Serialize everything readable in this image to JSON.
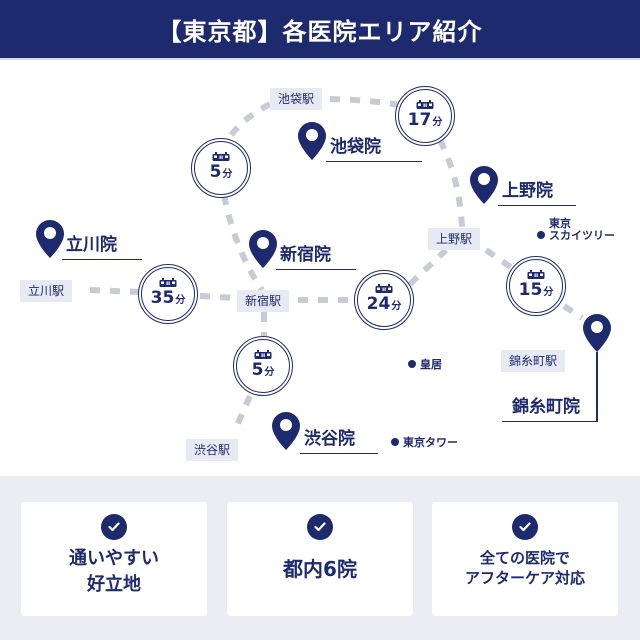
{
  "header": {
    "title": "【東京都】各医院エリア紹介"
  },
  "colors": {
    "primary": "#1e2a6e",
    "station_bg": "#e8eaf3",
    "route": "#c8cad6",
    "features_bg": "#ebecf4"
  },
  "stations": [
    {
      "id": "ikebukuro",
      "label": "池袋駅"
    },
    {
      "id": "ueno",
      "label": "上野駅"
    },
    {
      "id": "tachikawa",
      "label": "立川駅"
    },
    {
      "id": "shinjuku",
      "label": "新宿駅"
    },
    {
      "id": "kinshicho",
      "label": "錦糸町駅"
    },
    {
      "id": "shibuya",
      "label": "渋谷駅"
    }
  ],
  "travel_times": [
    {
      "id": "shinjuku-ikebukuro",
      "icon": "train-icon",
      "value": "5",
      "unit": "分"
    },
    {
      "id": "ikebukuro-ueno",
      "icon": "train-icon",
      "value": "17",
      "unit": "分"
    },
    {
      "id": "tachikawa-shinjuku",
      "icon": "train-icon",
      "value": "35",
      "unit": "分"
    },
    {
      "id": "shinjuku-ueno",
      "icon": "train-icon",
      "value": "24",
      "unit": "分"
    },
    {
      "id": "ueno-kinshicho",
      "icon": "train-icon",
      "value": "15",
      "unit": "分"
    },
    {
      "id": "shinjuku-shibuya",
      "icon": "train-icon",
      "value": "5",
      "unit": "分"
    }
  ],
  "clinics": [
    {
      "id": "ikebukuro",
      "label": "池袋院",
      "icon": "map-pin-icon"
    },
    {
      "id": "ueno",
      "label": "上野院",
      "icon": "map-pin-icon"
    },
    {
      "id": "tachikawa",
      "label": "立川院",
      "icon": "map-pin-icon"
    },
    {
      "id": "shinjuku",
      "label": "新宿院",
      "icon": "map-pin-icon"
    },
    {
      "id": "kinshicho",
      "label": "錦糸町院",
      "icon": "map-pin-icon"
    },
    {
      "id": "shibuya",
      "label": "渋谷院",
      "icon": "map-pin-icon"
    }
  ],
  "landmarks": [
    {
      "id": "skytree",
      "line1": "東京",
      "line2": "スカイツリー"
    },
    {
      "id": "imperial-palace",
      "label": "皇居"
    },
    {
      "id": "tokyo-tower",
      "label": "東京タワー"
    }
  ],
  "features": [
    {
      "icon": "check-icon",
      "text": "通いやすい\n好立地"
    },
    {
      "icon": "check-icon",
      "text": "都内6院"
    },
    {
      "icon": "check-icon",
      "text": "全ての医院で\nアフターケア対応"
    }
  ]
}
